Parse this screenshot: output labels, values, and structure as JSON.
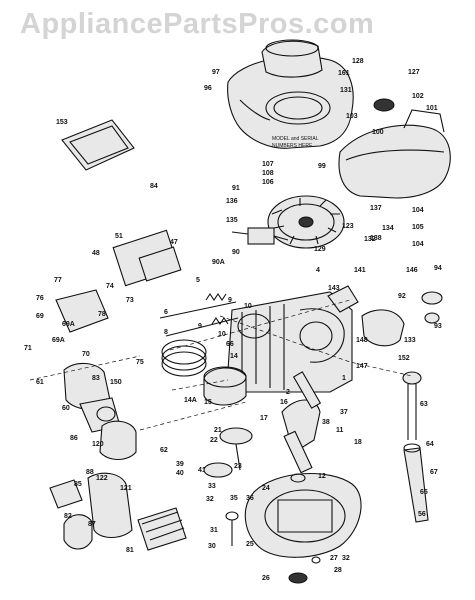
{
  "watermark": "AppliancePartsPros.com",
  "note": [
    "MODEL and SERIAL",
    "NUMBERS HERE"
  ],
  "labels": {
    "l128": "128",
    "l127": "127",
    "l97": "97",
    "l161": "161",
    "l96": "96",
    "l131": "131",
    "l102": "102",
    "l101": "101",
    "l103": "103",
    "l100": "100",
    "l153": "153",
    "l107": "107",
    "l99": "99",
    "l108": "108",
    "l106": "106",
    "l84": "84",
    "l91": "91",
    "l136": "136",
    "l135": "135",
    "l104": "104",
    "l123": "123",
    "l134": "134",
    "l105": "105",
    "l132": "132",
    "l51": "51",
    "l47": "47",
    "l48": "48",
    "l90": "90",
    "l90A": "90A",
    "l129": "129",
    "l137": "137",
    "l138": "138",
    "l4": "4",
    "l141": "141",
    "l146": "146",
    "l77": "77",
    "l74": "74",
    "l73": "73",
    "l5": "5",
    "l143": "143",
    "l92": "92",
    "l94": "94",
    "l76": "76",
    "l78": "78",
    "l9a": "9",
    "l10a": "10",
    "l93": "93",
    "l69": "69",
    "l69A": "69A",
    "l6": "6",
    "l8": "8",
    "l9b": "9",
    "l10b": "10",
    "l148": "148",
    "l133": "133",
    "l71": "71",
    "l66": "66",
    "l70": "70",
    "l75": "75",
    "l14": "14",
    "l152": "152",
    "l147": "147",
    "l1": "1",
    "l61": "61",
    "l83": "83",
    "l150": "150",
    "l63": "63",
    "l60": "60",
    "l14A": "14A",
    "l15": "15",
    "l2": "2",
    "l16": "16",
    "l37": "37",
    "l86": "86",
    "l17": "17",
    "l38": "38",
    "l11": "11",
    "l21": "21",
    "l22": "22",
    "l18": "18",
    "l120": "120",
    "l64": "64",
    "l62": "62",
    "l39": "39",
    "l40": "40",
    "l41": "41",
    "l23": "23",
    "l12": "12",
    "l67": "67",
    "l88": "88",
    "l122": "122",
    "l85": "85",
    "l121": "121",
    "l33": "33",
    "l65": "65",
    "l32": "32",
    "l35": "35",
    "l36": "36",
    "l24": "24",
    "l82": "82",
    "l87": "87",
    "l31": "31",
    "l25": "25",
    "l81": "81",
    "l30": "30",
    "l56": "56",
    "l27": "27",
    "l32b": "32",
    "l28": "28",
    "l26": "26"
  }
}
